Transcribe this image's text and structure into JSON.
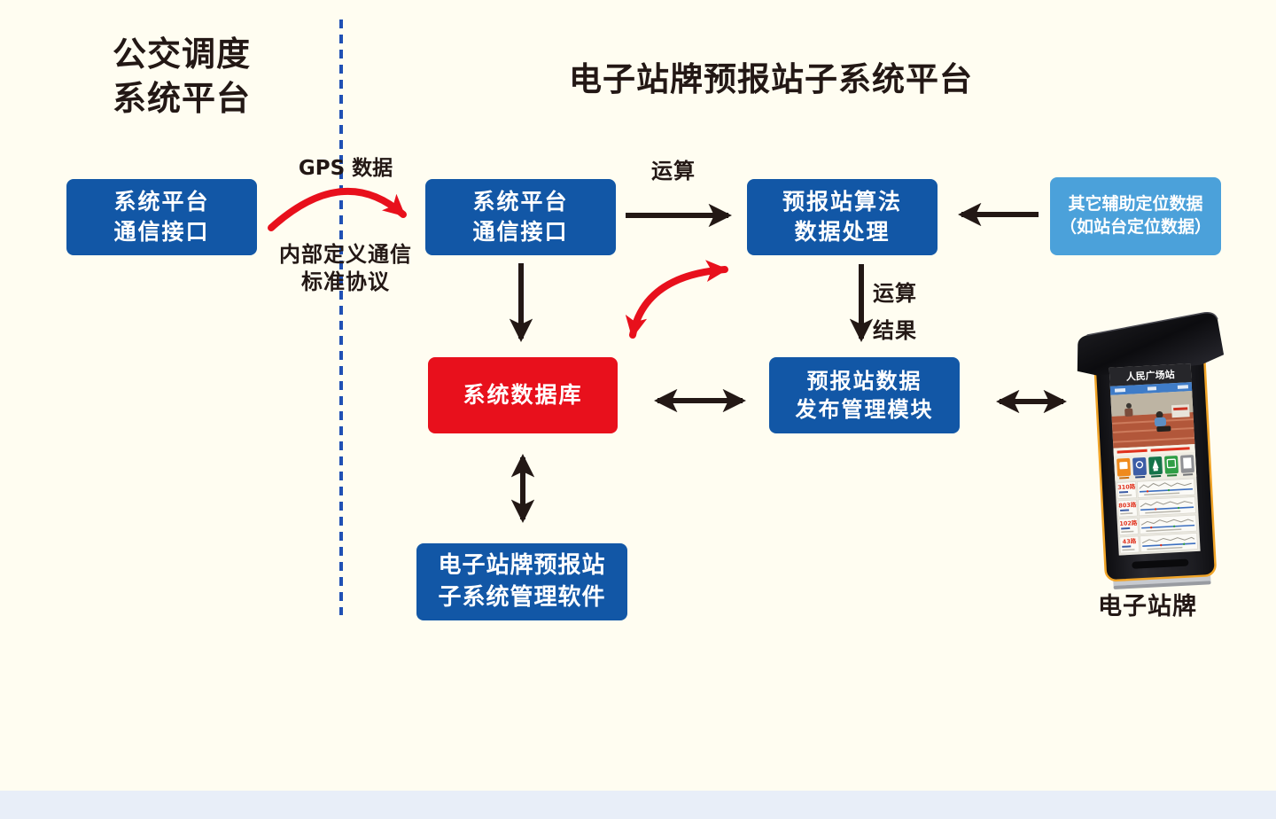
{
  "page": {
    "background_color": "#fffdf1",
    "bottom_strip_color": "#e8eef8",
    "divider_color": "#2050b4"
  },
  "left_section": {
    "title_line1": "公交调度",
    "title_line2": "系统平台"
  },
  "right_section": {
    "title": "电子站牌预报站子系统平台"
  },
  "boxes": {
    "left_interface": {
      "line1": "系统平台",
      "line2": "通信接口",
      "color": "#1257a6"
    },
    "mid_interface": {
      "line1": "系统平台",
      "line2": "通信接口",
      "color": "#1257a6"
    },
    "algorithm": {
      "line1": "预报站算法",
      "line2": "数据处理",
      "color": "#1257a6"
    },
    "aux_data": {
      "line1": "其它辅助定位数据",
      "line2": "（如站台定位数据）",
      "color": "#4ba1da"
    },
    "database": {
      "label": "系统数据库",
      "color": "#e8101c"
    },
    "publish": {
      "line1": "预报站数据",
      "line2": "发布管理模块",
      "color": "#1257a6"
    },
    "management": {
      "line1": "电子站牌预报站",
      "line2": "子系统管理软件",
      "color": "#1257a6"
    }
  },
  "labels": {
    "gps_data": "GPS 数据",
    "protocol_line1": "内部定义通信",
    "protocol_line2": "标准协议",
    "compute": "运算",
    "result_line1": "运算",
    "result_line2": "结果",
    "kiosk_caption": "电子站牌"
  },
  "kiosk": {
    "station_name": "人民广场站",
    "routes": [
      "310路",
      "803路",
      "102路",
      "43路"
    ],
    "icon_colors": [
      "#ef8a1c",
      "#3c5da6",
      "#15744a",
      "#2f9e45",
      "#8f9094"
    ],
    "trim_color": "#f0a428"
  },
  "arrows": {
    "black_color": "#231815",
    "red_color": "#e8101c"
  }
}
